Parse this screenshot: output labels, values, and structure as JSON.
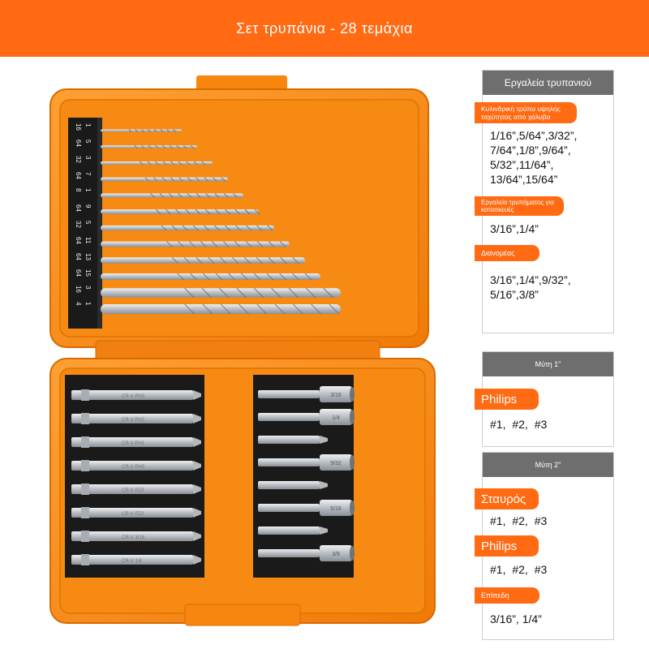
{
  "header": {
    "title": "Σετ τρυπάνια - 28 τεμάχια"
  },
  "drill_rack_labels": [
    [
      "1",
      "16"
    ],
    [
      "5",
      "64"
    ],
    [
      "3",
      "32"
    ],
    [
      "7",
      "64"
    ],
    [
      "1",
      "8"
    ],
    [
      "9",
      "64"
    ],
    [
      "5",
      "32"
    ],
    [
      "11",
      "64"
    ],
    [
      "13",
      "64"
    ],
    [
      "15",
      "64"
    ],
    [
      "3",
      "16"
    ],
    [
      "1",
      "4"
    ]
  ],
  "bit_markings": [
    "CR-V PH3",
    "CR-V PH2",
    "CR-V PH1",
    "CR-V PH0",
    "CR-V PZ3",
    "CR-V PZ2",
    "CR-V 3/16",
    "CR-V 1/4"
  ],
  "nut_driver_sizes": [
    "3/16",
    "1/4",
    "9/32",
    "5/16",
    "3/8"
  ],
  "panel_drill": {
    "title": "Εργαλεία τρυπανιού",
    "hss_label": "Κυλινδρική τρύπα υψηλής ταχύτητας από χάλυβα",
    "hss_lines": [
      "1/16”,5/64”,3/32”,",
      "7/64”,1/8”,9/64”,",
      "5/32”,11/64”,",
      "13/64”,15/64”"
    ],
    "masonry_label": "Εργαλείο τρυπήματος για κατασκευές",
    "masonry_value": "3/16”,1/4”",
    "dist_label": "Διανομέας",
    "dist_lines": [
      "3/16”,1/4”,9/32”,",
      "5/16”,3/8”"
    ]
  },
  "panel_bit1": {
    "title": "Μύτη 1\"",
    "philips_label": "Philips",
    "philips_value": "#1, #2, #3"
  },
  "panel_bit2": {
    "title": "Μύτη 2\"",
    "cross_label": "Σταυρός",
    "cross_value": "#1, #2, #3",
    "philips_label": "Philips",
    "philips_value": "#1, #2, #3",
    "flat_label": "Επίπεδη",
    "flat_value": "3/16”, 1/4”"
  },
  "colors": {
    "accent": "#ff6a13",
    "header_gray": "#6e6e6e",
    "case_orange": "#f7860f",
    "rack_black": "#1a1a1a",
    "steel": "#c8ccd0"
  }
}
